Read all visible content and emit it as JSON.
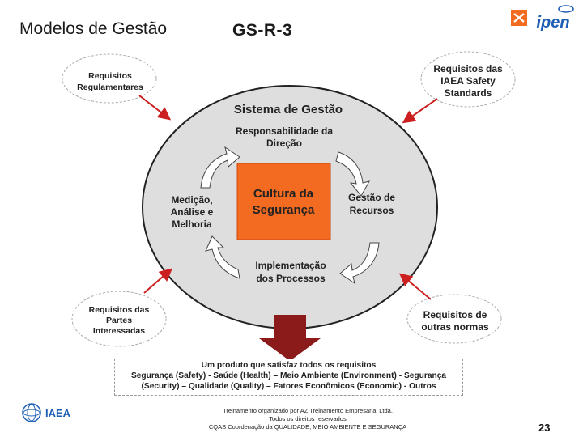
{
  "header": {
    "title_left": "Modelos de Gestão",
    "title_center": "GS-R-3",
    "logo_text": "ipen"
  },
  "diagram": {
    "management_system_title": "Sistema de Gestão",
    "responsibility": [
      "Responsabilidade da",
      "Direção"
    ],
    "measurement": [
      "Medição,",
      "Análise e",
      "Melhoria"
    ],
    "resources": [
      "Gestão de",
      "Recursos"
    ],
    "implementation": [
      "Implementação",
      "dos Processos"
    ],
    "safety_culture": [
      "Cultura da",
      "Segurança"
    ],
    "inputs": {
      "regulatory": [
        "Requisitos",
        "Regulamentares"
      ],
      "iaea": [
        "Requisitos das",
        "IAEA Safety",
        "Standards"
      ],
      "stakeholders": [
        "Requisitos das",
        "Partes",
        "Interessadas"
      ],
      "other": [
        "Requisitos de",
        "outras normas"
      ]
    },
    "product": [
      "Um produto que satisfaz todos os requisitos",
      "Segurança (Safety) - Saúde (Health) – Meio Ambiente (Environment) - Segurança",
      "(Security) – Qualidade (Quality) – Fatores Econômicos (Economic) - Outros"
    ],
    "colors": {
      "ellipse_fill": "#dedede",
      "culture_fill": "#f26b21",
      "arrow_red": "#cc1f1f",
      "product_arrow": "#8b1a1a"
    }
  },
  "footer": {
    "line1": "Treinamento organizado por AZ Treinamento Empresarial Ltda.",
    "line2": "Todos os direitos reservados",
    "line3": "CQAS  Coordenação da QUALIDADE, MEIO AMBIENTE E SEGURANÇA",
    "page_number": "23",
    "iaea_label": "IAEA"
  }
}
